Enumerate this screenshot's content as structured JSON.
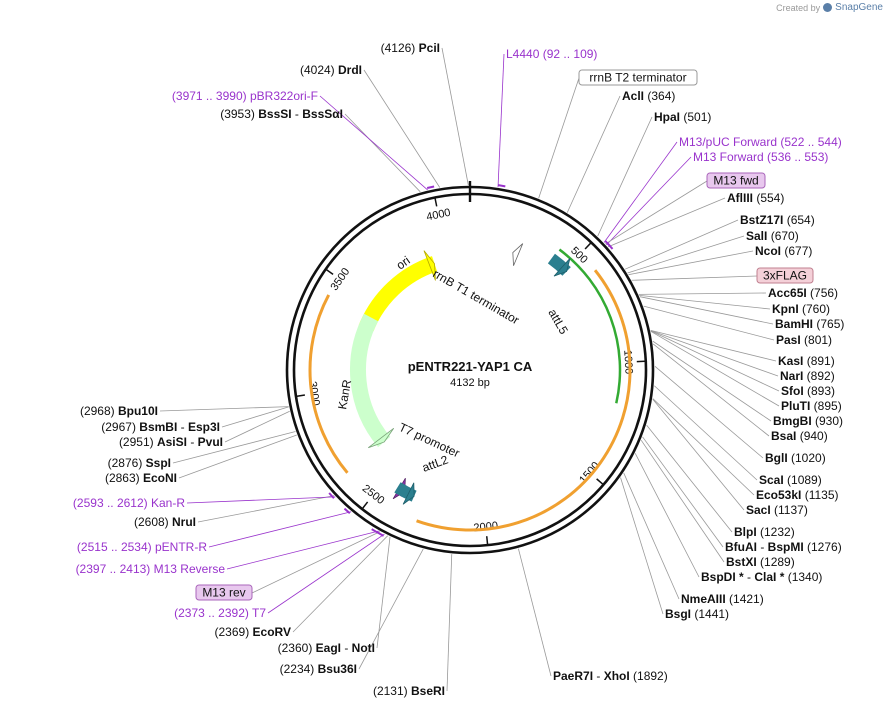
{
  "credit": {
    "prefix": "Created by",
    "brand": "SnapGene"
  },
  "plasmid": {
    "name": "pENTR221-YAP1 CA",
    "size": "4132 bp"
  },
  "ticks": [
    {
      "label": "500",
      "bp": 500
    },
    {
      "label": "1000",
      "bp": 1000
    },
    {
      "label": "1500",
      "bp": 1500
    },
    {
      "label": "2000",
      "bp": 2000
    },
    {
      "label": "2500",
      "bp": 2500
    },
    {
      "label": "3000",
      "bp": 3000
    },
    {
      "label": "3500",
      "bp": 3500
    },
    {
      "label": "4000",
      "bp": 4000
    }
  ],
  "features": [
    {
      "name": "ori",
      "start": 3350,
      "end": 3920,
      "color": "#ffff00",
      "stroke": "#b5a800",
      "dir": 1
    },
    {
      "name": "KanR",
      "start": 2640,
      "end": 3420,
      "color": "#ccffcc",
      "stroke": "#7aa37a",
      "dir": -1
    },
    {
      "name": "rrnB T1 terminator",
      "start": 230,
      "end": 300,
      "color": "#ffffff",
      "stroke": "#666666",
      "dir": -1
    },
    {
      "name": "attL5",
      "start": 415,
      "end": 510,
      "color": "#2b7f8f",
      "stroke": "#1d5e6a",
      "dir": 1
    },
    {
      "name": "T7 promoter",
      "start": 2390,
      "end": 2420,
      "color": "#8833aa",
      "stroke": "#552266",
      "dir": -1
    },
    {
      "name": "attL2",
      "start": 2340,
      "end": 2430,
      "color": "#2b7f8f",
      "stroke": "#1d5e6a",
      "dir": -1
    }
  ],
  "labels": {
    "ori": "ori",
    "kanr": "KanR",
    "rrnb_t1": "rrnB T1 terminator",
    "attl5": "attL5",
    "t7_promoter": "T7 promoter",
    "attl2": "attL2"
  },
  "enzymes_left": [
    {
      "pos": "(4126)",
      "name": "PciI",
      "site": 4126
    },
    {
      "pos": "(4024)",
      "name": "DrdI",
      "site": 4024
    },
    {
      "pos": "(3953)",
      "name": "BssSI",
      "name2": "BssSαI",
      "site": 3953
    },
    {
      "pos": "(2968)",
      "name": "Bpu10I",
      "site": 2968
    },
    {
      "pos": "(2967)",
      "name": "BsmBI",
      "name2": "Esp3I",
      "site": 2967
    },
    {
      "pos": "(2951)",
      "name": "AsiSI",
      "name2": "PvuI",
      "site": 2951
    },
    {
      "pos": "(2876)",
      "name": "SspI",
      "site": 2876
    },
    {
      "pos": "(2863)",
      "name": "EcoNI",
      "site": 2863
    },
    {
      "pos": "(2608)",
      "name": "NruI",
      "site": 2608
    },
    {
      "pos": "(2369)",
      "name": "EcoRV",
      "site": 2369
    },
    {
      "pos": "(2360)",
      "name": "EagI",
      "name2": "NotI",
      "site": 2360
    },
    {
      "pos": "(2234)",
      "name": "Bsu36I",
      "site": 2234
    },
    {
      "pos": "(2131)",
      "name": "BseRI",
      "site": 2131
    }
  ],
  "enzymes_right": [
    {
      "name": "AclI",
      "pos": "(364)",
      "site": 364
    },
    {
      "name": "HpaI",
      "pos": "(501)",
      "site": 501
    },
    {
      "name": "AflIII",
      "pos": "(554)",
      "site": 554
    },
    {
      "name": "BstZ17I",
      "pos": "(654)",
      "site": 654
    },
    {
      "name": "SalI",
      "pos": "(670)",
      "site": 670
    },
    {
      "name": "NcoI",
      "pos": "(677)",
      "site": 677
    },
    {
      "name": "Acc65I",
      "pos": "(756)",
      "site": 756
    },
    {
      "name": "KpnI",
      "pos": "(760)",
      "site": 760
    },
    {
      "name": "BamHI",
      "pos": "(765)",
      "site": 765
    },
    {
      "name": "PasI",
      "pos": "(801)",
      "site": 801
    },
    {
      "name": "KasI",
      "pos": "(891)",
      "site": 891
    },
    {
      "name": "NarI",
      "pos": "(892)",
      "site": 892
    },
    {
      "name": "SfoI",
      "pos": "(893)",
      "site": 893
    },
    {
      "name": "PluTI",
      "pos": "(895)",
      "site": 895
    },
    {
      "name": "BmgBI",
      "pos": "(930)",
      "site": 930
    },
    {
      "name": "BsaI",
      "pos": "(940)",
      "site": 940
    },
    {
      "name": "BglI",
      "pos": "(1020)",
      "site": 1020
    },
    {
      "name": "ScaI",
      "pos": "(1089)",
      "site": 1089
    },
    {
      "name": "Eco53kI",
      "pos": "(1135)",
      "site": 1135
    },
    {
      "name": "SacI",
      "pos": "(1137)",
      "site": 1137
    },
    {
      "name": "BlpI",
      "pos": "(1232)",
      "site": 1232
    },
    {
      "name": "BfuAI",
      "name2": "BspMI",
      "pos": "(1276)",
      "site": 1276
    },
    {
      "name": "BstXI",
      "pos": "(1289)",
      "site": 1289
    },
    {
      "name": "BspDI *",
      "name2": "ClaI *",
      "pos": "(1340)",
      "site": 1340
    },
    {
      "name": "NmeAIII",
      "pos": "(1421)",
      "site": 1421
    },
    {
      "name": "BsgI",
      "pos": "(1441)",
      "site": 1441
    },
    {
      "name": "PaeR7I",
      "name2": "XhoI",
      "pos": "(1892)",
      "site": 1892
    }
  ],
  "primers": [
    {
      "name": "L4440",
      "range": "(92 .. 109)",
      "site": 100
    },
    {
      "name": "M13/pUC Forward",
      "range": "(522 .. 544)",
      "site": 533
    },
    {
      "name": "M13 Forward",
      "range": "(536 .. 553)",
      "site": 545
    },
    {
      "name": "pBR322ori-F",
      "range": "(3971 .. 3990)",
      "site": 3980
    },
    {
      "name": "Kan-R",
      "range": "(2593 .. 2612)",
      "site": 2602
    },
    {
      "name": "pENTR-R",
      "range": "(2515 .. 2534)",
      "site": 2525
    },
    {
      "name": "M13 Reverse",
      "range": "(2397 .. 2413)",
      "site": 2405
    },
    {
      "name": "T7",
      "range": "(2373 .. 2392)",
      "site": 2382
    }
  ],
  "boxed": [
    {
      "name": "rrnB T2 terminator",
      "site": 250
    },
    {
      "name": "M13 fwd",
      "site": 540
    },
    {
      "name": "3xFLAG",
      "site": 700
    },
    {
      "name": "M13 rev",
      "site": 2400
    }
  ],
  "colors": {
    "primer": "#9933cc",
    "cds_arc": "#f0a030",
    "insert_arc": "#33aa33",
    "backbone": "#111111"
  }
}
